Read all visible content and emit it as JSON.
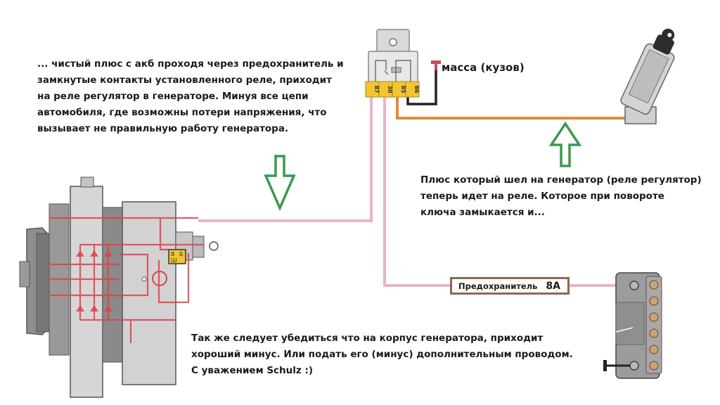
{
  "notes": {
    "top": [
      "... чистый плюс с акб проходя через предохранитель и",
      "замкнутые контакты установленного реле, приходит",
      "на реле регулятор в генераторе. Минуя все цепи",
      "автомобиля, где возможны потери напряжения, что",
      "вызывает не правильную работу генератора."
    ],
    "right": [
      "Плюс который шел на генератор (реле регулятор)",
      "теперь идет на реле.  Которое при  повороте",
      "ключа замыкается и..."
    ],
    "bottom": [
      "Так же следует убедиться что на корпус генератора, приходит",
      "хороший минус. Или подать его (минус) дополнительным проводом.",
      "С уважением Schulz  :)"
    ]
  },
  "relay": {
    "pins": [
      "87",
      "30",
      "85",
      "86"
    ]
  },
  "ground": {
    "label": "масса (кузов)"
  },
  "fuse": {
    "label": "Предохранитель",
    "rating": "8А"
  },
  "generator": {
    "regulator_terminals": [
      "В",
      "Б",
      "Ш"
    ]
  },
  "colors": {
    "positive_wire": "#e8b4c8",
    "switched_wire": "#e08a3c",
    "ground_wire": "#222222",
    "arrow": "#3a9a4e",
    "circuit": "#e0404a",
    "fuse_border": "#8c6a4f",
    "regulator": "#f2c531",
    "relay_pins": "#f2c531"
  },
  "icons": {
    "arrow_down": "arrow-down-outline",
    "arrow_up": "arrow-up-outline"
  }
}
